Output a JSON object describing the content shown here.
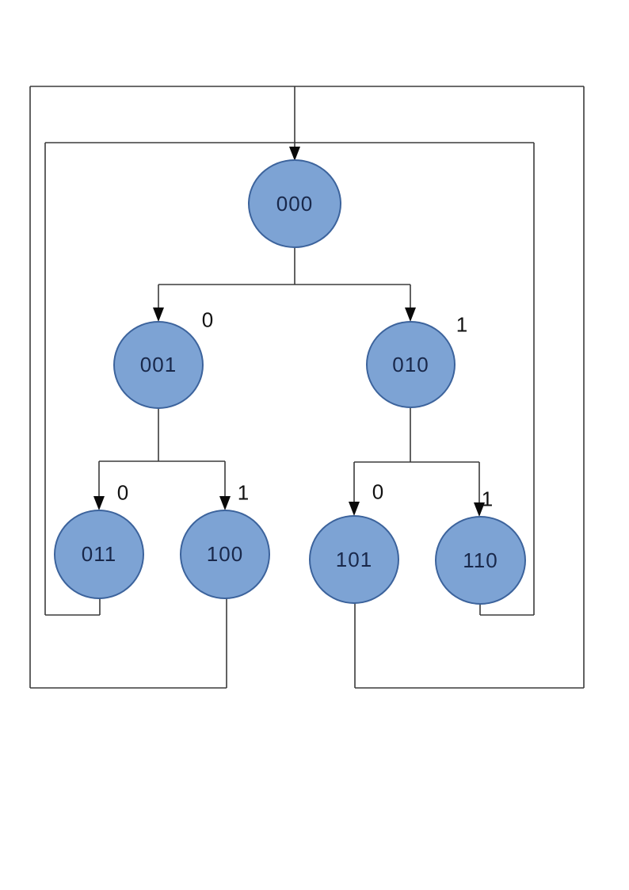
{
  "colors": {
    "node_fill": "#7da3d4",
    "node_border": "#3c639c",
    "node_text": "#19284a",
    "line_color": "#3b3b3b",
    "arrow_color": "#0a0a0a",
    "page_bg": "#ffffff"
  },
  "nodes": {
    "n000": {
      "label": "000"
    },
    "n001": {
      "label": "001"
    },
    "n010": {
      "label": "010"
    },
    "n011": {
      "label": "011"
    },
    "n100": {
      "label": "100"
    },
    "n101": {
      "label": "101"
    },
    "n110": {
      "label": "110"
    }
  },
  "edge_labels": {
    "root_left": "0",
    "root_right": "1",
    "n001_left": "0",
    "n001_right": "1",
    "n010_left": "0",
    "n010_right": "1"
  }
}
